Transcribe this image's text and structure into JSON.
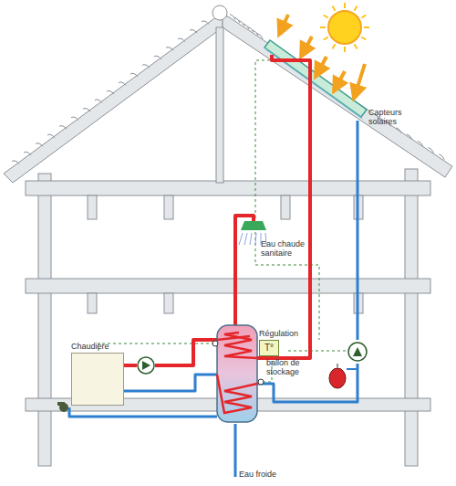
{
  "diagram": {
    "nodes": [
      {
        "text": [
          "Régulation",
          "T°"
        ]
      },
      {
        "text": [
          "Chaudière"
        ]
      }
    ],
    "labels": [
      "Capteurs solaires",
      "Eau chaude sanitaire",
      "ballon de stockage",
      "Eau froide"
    ]
  }
}
